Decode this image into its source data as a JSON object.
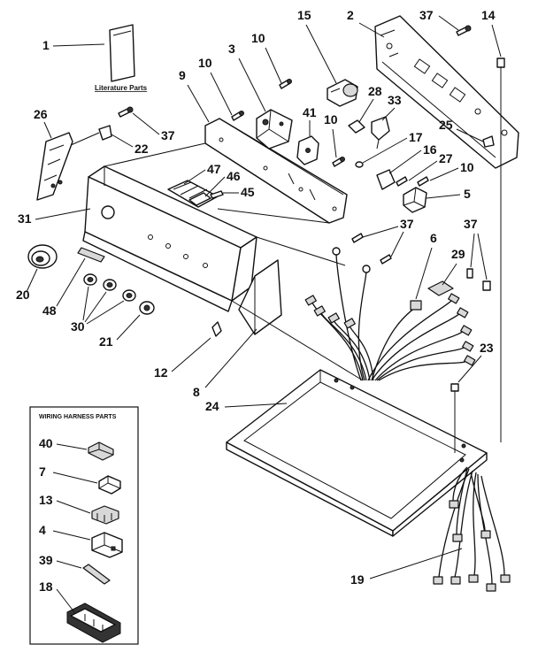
{
  "literature_caption": "Literature Parts",
  "harness_box_title": "WIRING HARNESS PARTS",
  "callouts": {
    "c1": "1",
    "c2": "2",
    "c3": "3",
    "c4": "4",
    "c5": "5",
    "c6": "6",
    "c7": "7",
    "c8": "8",
    "c9": "9",
    "c10a": "10",
    "c10b": "10",
    "c10c": "10",
    "c10d": "10",
    "c12": "12",
    "c13": "13",
    "c14": "14",
    "c15": "15",
    "c16": "16",
    "c17": "17",
    "c18": "18",
    "c19": "19",
    "c20": "20",
    "c21": "21",
    "c22": "22",
    "c23": "23",
    "c24": "24",
    "c25": "25",
    "c26": "26",
    "c27": "27",
    "c28": "28",
    "c29": "29",
    "c30": "30",
    "c31": "31",
    "c33": "33",
    "c37a": "37",
    "c37b": "37",
    "c37c": "37",
    "c37d": "37",
    "c39": "39",
    "c40": "40",
    "c41": "41",
    "c45": "45",
    "c46": "46",
    "c47": "47",
    "c48": "48"
  }
}
